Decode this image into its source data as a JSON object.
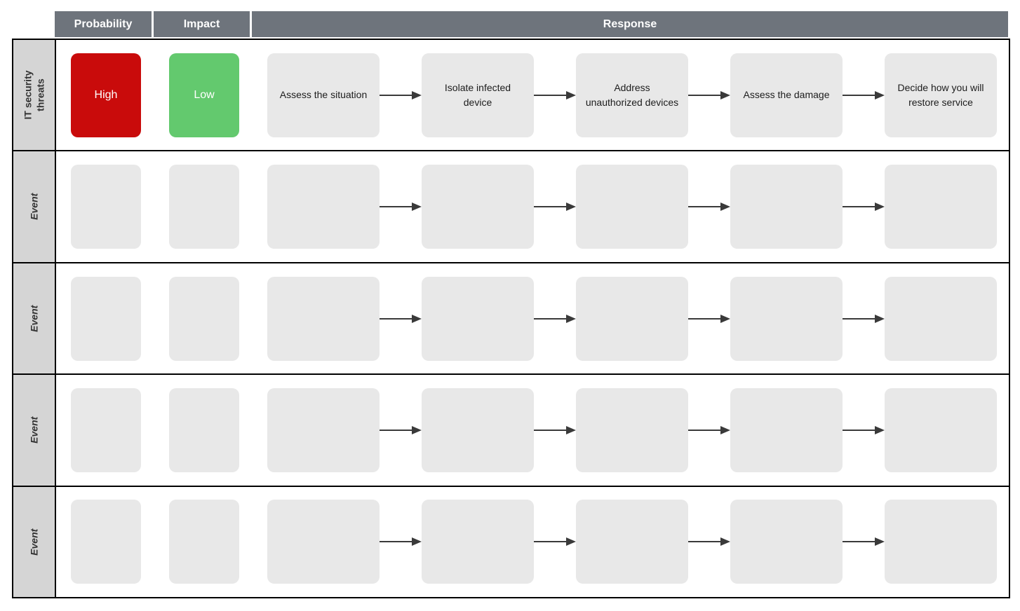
{
  "colors": {
    "header_bg": "#6e747c",
    "header_text": "#ffffff",
    "row_label_bg": "#d5d5d5",
    "box_bg": "#e8e8e8",
    "high_bg": "#c90b0b",
    "low_bg": "#63c96e",
    "arrow": "#3a3a3a",
    "border": "#000000"
  },
  "header": {
    "probability": "Probability",
    "impact": "Impact",
    "response": "Response"
  },
  "rows": [
    {
      "label": "IT security threats",
      "probability": "High",
      "impact": "Low",
      "steps": [
        "Assess the situation",
        "Isolate infected device",
        "Address unauthorized devices",
        "Assess the damage",
        "Decide how you will restore service"
      ]
    },
    {
      "label": "Event"
    },
    {
      "label": "Event"
    },
    {
      "label": "Event"
    },
    {
      "label": "Event"
    }
  ]
}
